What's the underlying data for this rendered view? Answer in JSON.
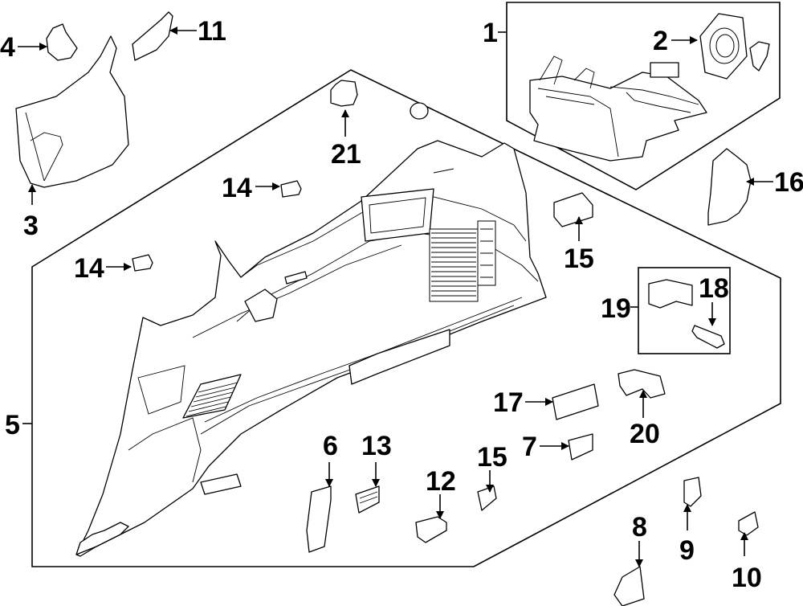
{
  "diagram": {
    "type": "exploded-parts-diagram",
    "subject": "Interior quarter trim panel assembly",
    "callouts": [
      {
        "id": "c1",
        "label": "1"
      },
      {
        "id": "c2",
        "label": "2"
      },
      {
        "id": "c3",
        "label": "3"
      },
      {
        "id": "c4",
        "label": "4"
      },
      {
        "id": "c5",
        "label": "5"
      },
      {
        "id": "c6",
        "label": "6"
      },
      {
        "id": "c7",
        "label": "7"
      },
      {
        "id": "c8",
        "label": "8"
      },
      {
        "id": "c9",
        "label": "9"
      },
      {
        "id": "c10",
        "label": "10"
      },
      {
        "id": "c11",
        "label": "11"
      },
      {
        "id": "c12",
        "label": "12"
      },
      {
        "id": "c13",
        "label": "13"
      },
      {
        "id": "c14a",
        "label": "14"
      },
      {
        "id": "c14b",
        "label": "14"
      },
      {
        "id": "c15a",
        "label": "15"
      },
      {
        "id": "c15b",
        "label": "15"
      },
      {
        "id": "c16",
        "label": "16"
      },
      {
        "id": "c17",
        "label": "17"
      },
      {
        "id": "c18",
        "label": "18"
      },
      {
        "id": "c19",
        "label": "19"
      },
      {
        "id": "c20",
        "label": "20"
      },
      {
        "id": "c21",
        "label": "21"
      }
    ]
  }
}
